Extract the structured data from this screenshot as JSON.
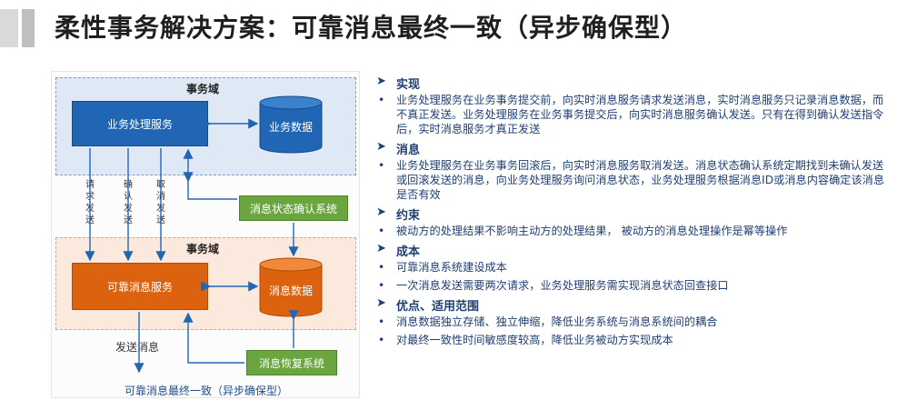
{
  "title": "柔性事务解决方案：可靠消息最终一致（异步确保型）",
  "diagram": {
    "top_domain_label": "事务域",
    "bottom_domain_label": "事务域",
    "business_service": "业务处理服务",
    "business_data": "业务数据",
    "status_confirm": "消息状态确认系统",
    "reliable_service": "可靠消息服务",
    "message_data": "消息数据",
    "recovery": "消息恢复系统",
    "send_message": "发送消息",
    "arrow_labels": [
      "请求发送",
      "确认发送",
      "取消发送"
    ],
    "caption": "可靠消息最终一致（异步确保型）"
  },
  "sections": [
    {
      "heading": "实现",
      "bullets": [
        "业务处理服务在业务事务提交前，向实时消息服务请求发送消息，实时消息服务只记录消息数据，而不真正发送。业务处理服务在业务事务提交后，向实时消息服务确认发送。只有在得到确认发送指令后，实时消息服务才真正发送"
      ]
    },
    {
      "heading": "消息",
      "bullets": [
        "业务处理服务在业务事务回滚后，向实时消息服务取消发送。消息状态确认系统定期找到未确认发送或回滚发送的消息，向业务处理服务询问消息状态，业务处理服务根据消息ID或消息内容确定该消息是否有效"
      ]
    },
    {
      "heading": "约束",
      "bullets": [
        "被动方的处理结果不影响主动方的处理结果， 被动方的消息处理操作是幂等操作"
      ]
    },
    {
      "heading": "成本",
      "bullets": [
        "可靠消息系统建设成本",
        "一次消息发送需要两次请求，业务处理服务需实现消息状态回查接口"
      ]
    },
    {
      "heading": "优点、适用范围",
      "bullets": [
        "消息数据独立存储、独立伸缩，降低业务系统与消息系统间的耦合",
        "对最终一致性时间敏感度较高，降低业务被动方实现成本"
      ]
    }
  ]
}
